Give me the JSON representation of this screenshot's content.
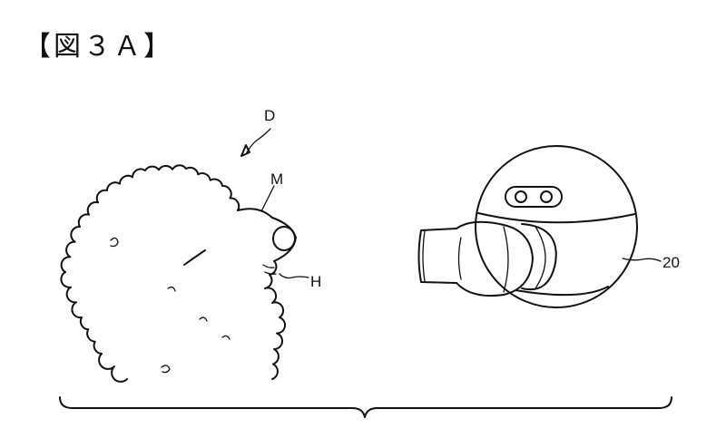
{
  "figure": {
    "title": "【図３Ａ】"
  },
  "labels": {
    "dog": "D",
    "muzzle": "M",
    "head_side": "H",
    "device": "20"
  }
}
